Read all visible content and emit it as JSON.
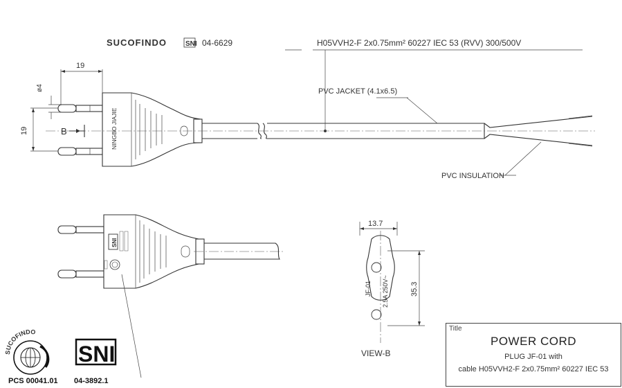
{
  "header": {
    "brand": "SUCOFINDO",
    "sni_mark": "SNI",
    "cert_no": "04-6629",
    "cable_spec": "H05VVH2-F 2x0.75mm² 60227 IEC 53 (RVV) 300/500V"
  },
  "top_view": {
    "dim_width": "19",
    "dim_pin_dia": "ø4",
    "dim_pin_spacing": "19",
    "section_label": "B",
    "maker_text": "NINGBO JIAJIE",
    "jacket_label": "PVC JACKET (4.1x6.5)",
    "insulation_label": "PVC INSULATION"
  },
  "view_b": {
    "dim_width": "13.7",
    "dim_height": "35.3",
    "model": "JF-01",
    "rating": "2.5A 250V~",
    "caption": "VIEW-B"
  },
  "title_block": {
    "label": "Title",
    "main": "POWER CORD",
    "sub1": "PLUG JF-01 with",
    "sub2": "cable H05VVH2-F 2x0.75mm² 60227 IEC 53"
  },
  "logos": {
    "sucofindo_ring": "SUCOFINDO",
    "sucofindo_caption": "PCS 00041.01",
    "sni_big": "SNI",
    "sni_caption": "04-3892.1"
  },
  "colors": {
    "line": "#333333",
    "paper": "#ffffff"
  }
}
